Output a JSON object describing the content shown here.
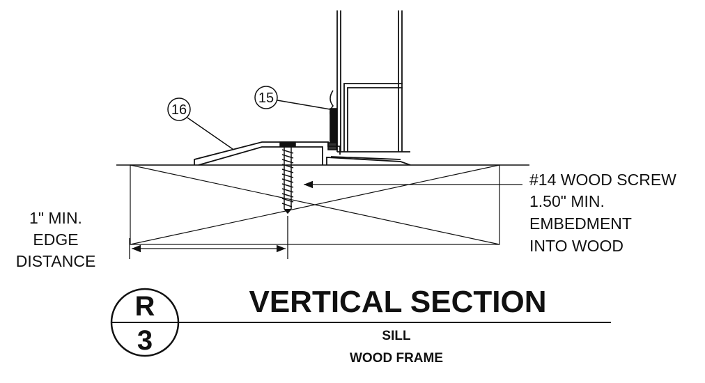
{
  "callouts": {
    "screw": [
      "#14 WOOD SCREW",
      "1.50\" MIN.",
      "EMBEDMENT",
      "INTO WOOD"
    ],
    "edge": [
      "1\" MIN.",
      "EDGE",
      "DISTANCE"
    ],
    "tag_15": "15",
    "tag_16": "16"
  },
  "title_block": {
    "detail_letter": "R",
    "sheet_number": "3",
    "title": "VERTICAL SECTION",
    "subtitle_1": "SILL",
    "subtitle_2": "WOOD FRAME"
  }
}
